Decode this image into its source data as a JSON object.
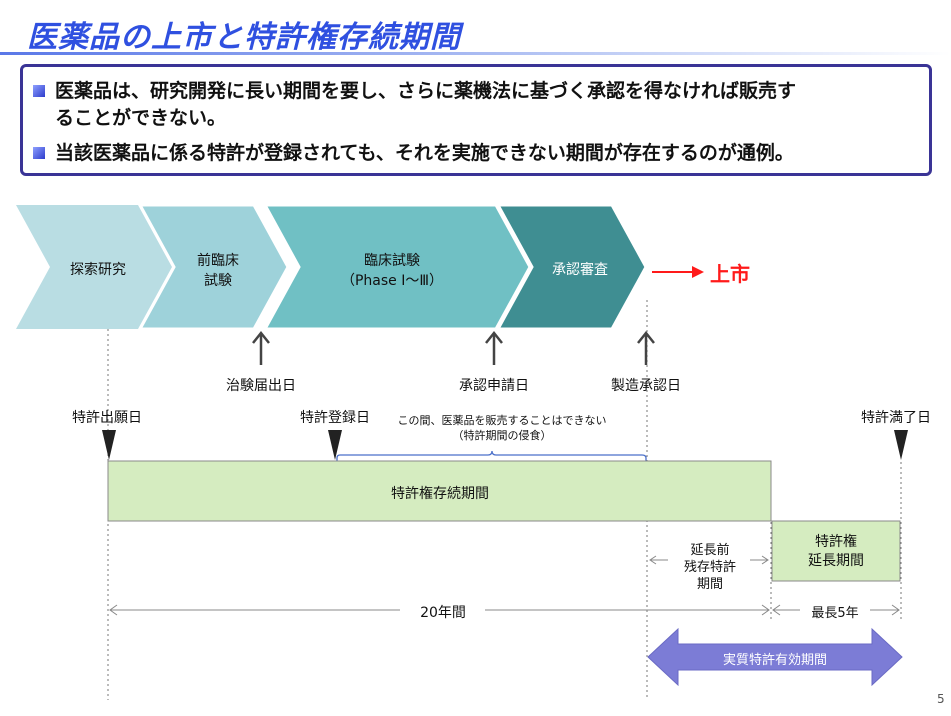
{
  "title": "医薬品の上市と特許権存続期間",
  "bullets": [
    {
      "line1": "医薬品は、研究開発に長い期間を要し、さらに薬機法に基づく承認を得なければ販売す",
      "line2": "ることができない。"
    },
    {
      "line1": "当該医薬品に係る特許が登録されても、それを実施できない期間が存在するのが通例。"
    }
  ],
  "phases": [
    {
      "name": "探索研究",
      "color": "#b9dde3"
    },
    {
      "name": "前臨床",
      "name2": "試験",
      "color": "#9ed2da"
    },
    {
      "name": "臨床試験",
      "name2": "（Phase Ⅰ～Ⅲ）",
      "color": "#70c0c4"
    },
    {
      "name": "承認審査",
      "color": "#3f8e92"
    }
  ],
  "market_label": "上市",
  "milestones": {
    "clinical_notice": "治験届出日",
    "approval_application": "承認申請日",
    "manufacturing_approval": "製造承認日"
  },
  "patent_points": {
    "filing": "特許出願日",
    "registration": "特許登録日",
    "expiry": "特許満了日"
  },
  "erosion_note": {
    "line1": "この間、医薬品を販売することはできない",
    "line2": "（特許期間の侵食）"
  },
  "term_bar": {
    "label": "特許権存続期間",
    "color": "#d5ecc0"
  },
  "extension_box": {
    "line1": "特許権",
    "line2": "延長期間",
    "color": "#d5ecc0"
  },
  "remaining_label": {
    "line1": "延長前",
    "line2": "残存特許",
    "line3": "期間"
  },
  "twenty_years": "20年間",
  "max_five": "最長5年",
  "effective_label": "実質特許有効期間",
  "page_number": "5"
}
